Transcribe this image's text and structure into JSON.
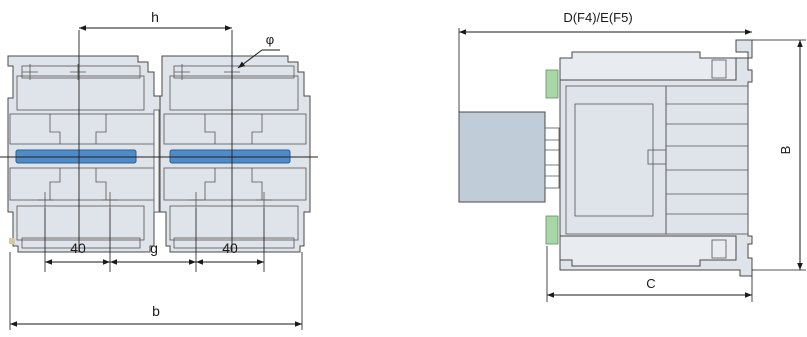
{
  "colors": {
    "body": "#dfe3ea",
    "body_alt": "#c9d3df",
    "blue_band": "#cfe3f6",
    "slot": "#4d8cc8",
    "coil": "#c1ccd9",
    "green": "#a9d6a6",
    "tan": "#d9c9a3",
    "line": "#1a1a1a"
  },
  "front_view": {
    "dim_h": "h",
    "dim_phi": "φ",
    "dim_40_left": "40",
    "dim_g": "g",
    "dim_40_right": "40",
    "dim_b": "b"
  },
  "side_view": {
    "dim_d": "D(F4)/E(F5)",
    "dim_b": "B",
    "dim_c": "C"
  }
}
